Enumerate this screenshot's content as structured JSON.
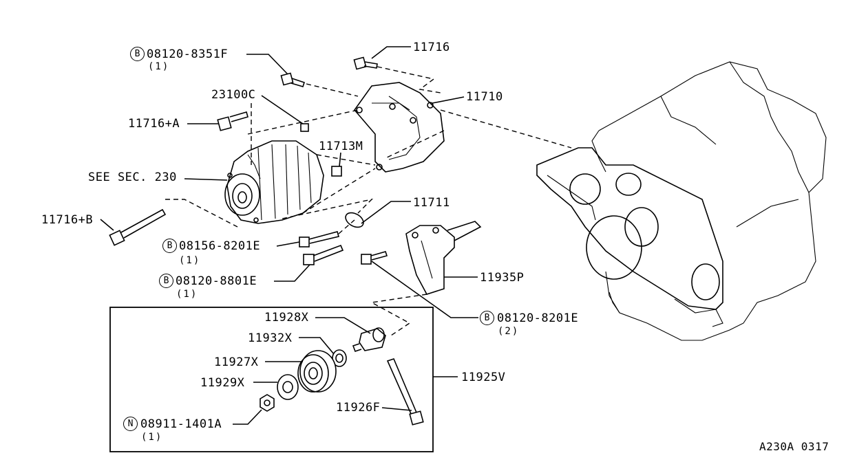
{
  "diagram_id": "A230A 0317",
  "kit_ref": "11925V",
  "labels": {
    "p_08120_8351f": "08120-8351F",
    "q_8351f": "(1)",
    "p_11716": "11716",
    "p_23100c": "23100C",
    "p_11710": "11710",
    "p_11716a": "11716+A",
    "p_11713m": "11713M",
    "see_sec": "SEE SEC. 230",
    "p_11711": "11711",
    "p_11716b": "11716+B",
    "p_08156_8201e": "08156-8201E",
    "q_8201e_a": "(1)",
    "p_08120_8801e": "08120-8801E",
    "q_8801e": "(1)",
    "p_11935p": "11935P",
    "p_08120_8201e": "08120-8201E",
    "q_8201e_b": "(2)",
    "p_11928x": "11928X",
    "p_11932x": "11932X",
    "p_11927x": "11927X",
    "p_11929x": "11929X",
    "p_11926f": "11926F",
    "p_08911_1401a": "08911-1401A",
    "q_1401a": "(1)",
    "p_11925v": "11925V"
  },
  "markers": {
    "bolt": "B",
    "nut": "N"
  }
}
